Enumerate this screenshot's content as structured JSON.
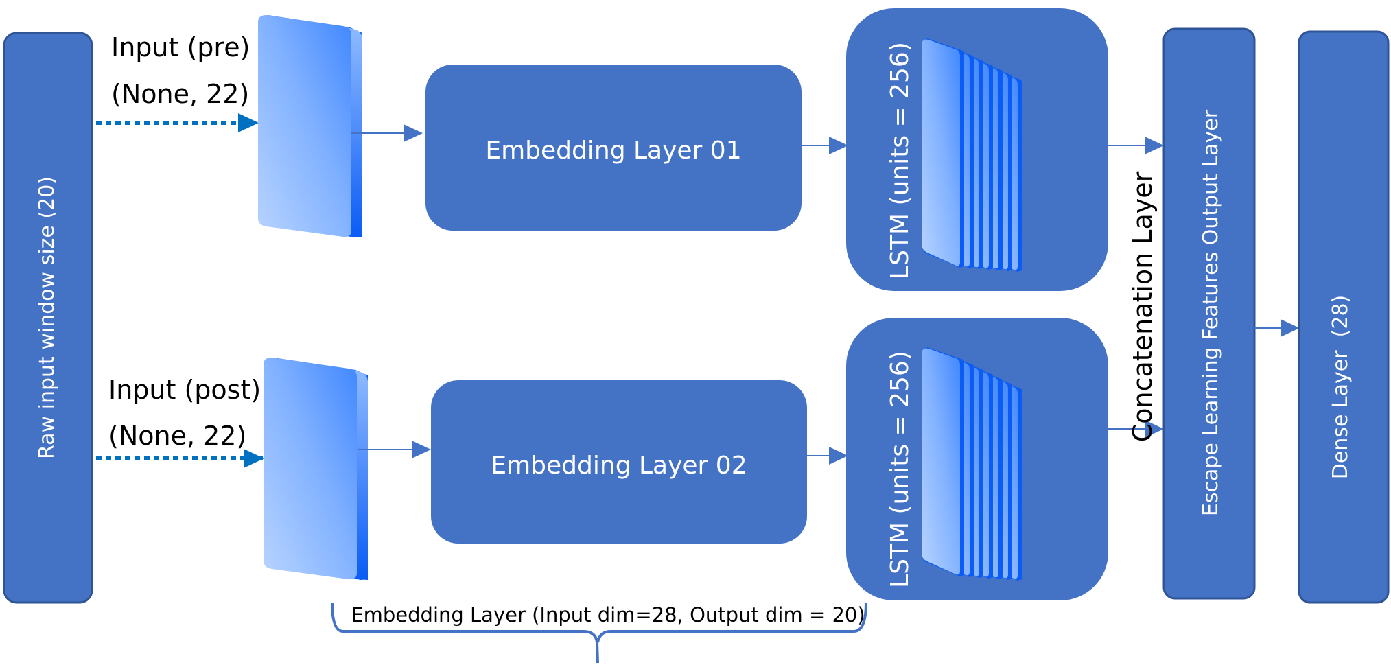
{
  "raw_input": {
    "label": "Raw input window size (20)"
  },
  "inputs": [
    {
      "label": "Input (pre)",
      "shape": "(None, 22)"
    },
    {
      "label": "Input (post)",
      "shape": "(None, 22)"
    }
  ],
  "embeddings": [
    {
      "label": "Embedding Layer 01"
    },
    {
      "label": "Embedding Layer 02"
    }
  ],
  "lstms": [
    {
      "label": "LSTM (units = 256)"
    },
    {
      "label": "LSTM (units = 256)"
    }
  ],
  "concatenation": {
    "label": "Concatenation Layer"
  },
  "escape_layer": {
    "label": "Escape Learning Features Output Layer"
  },
  "dense_layer": {
    "label": "Dense Layer  (28)"
  },
  "brace_note": {
    "label": "Embedding Layer (Input dim=28, Output dim = 20)"
  },
  "colors": {
    "box_fill": "#4472C4",
    "box_stroke": "#2F5597",
    "arrow": "#4472C4",
    "dotted_arrow": "#0070C0",
    "tile_light": "#A9CBFF",
    "tile_dark": "#0A5CF5"
  }
}
